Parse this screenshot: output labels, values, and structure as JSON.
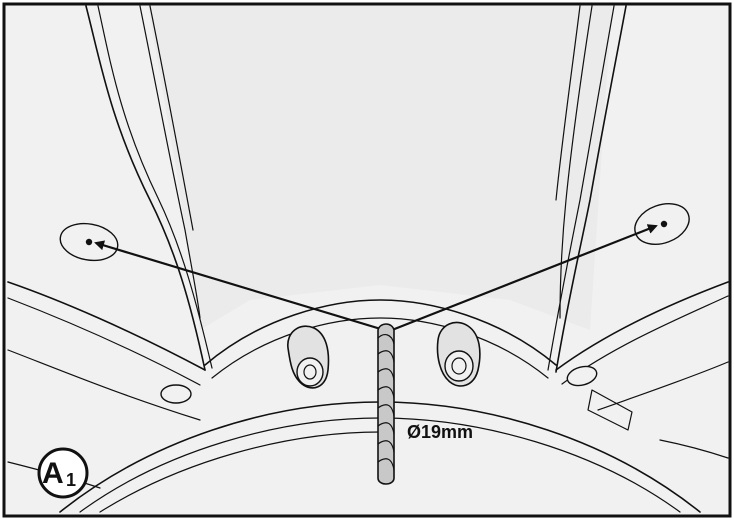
{
  "diagram": {
    "step_badge": {
      "letter": "A",
      "number": "1"
    },
    "drill_label": "Ø19mm",
    "colors": {
      "ink": "#111111",
      "surface": "#f1f1f1",
      "panel": "#ebebeb",
      "drill": "#c8c8c8",
      "background": "#ffffff"
    }
  }
}
